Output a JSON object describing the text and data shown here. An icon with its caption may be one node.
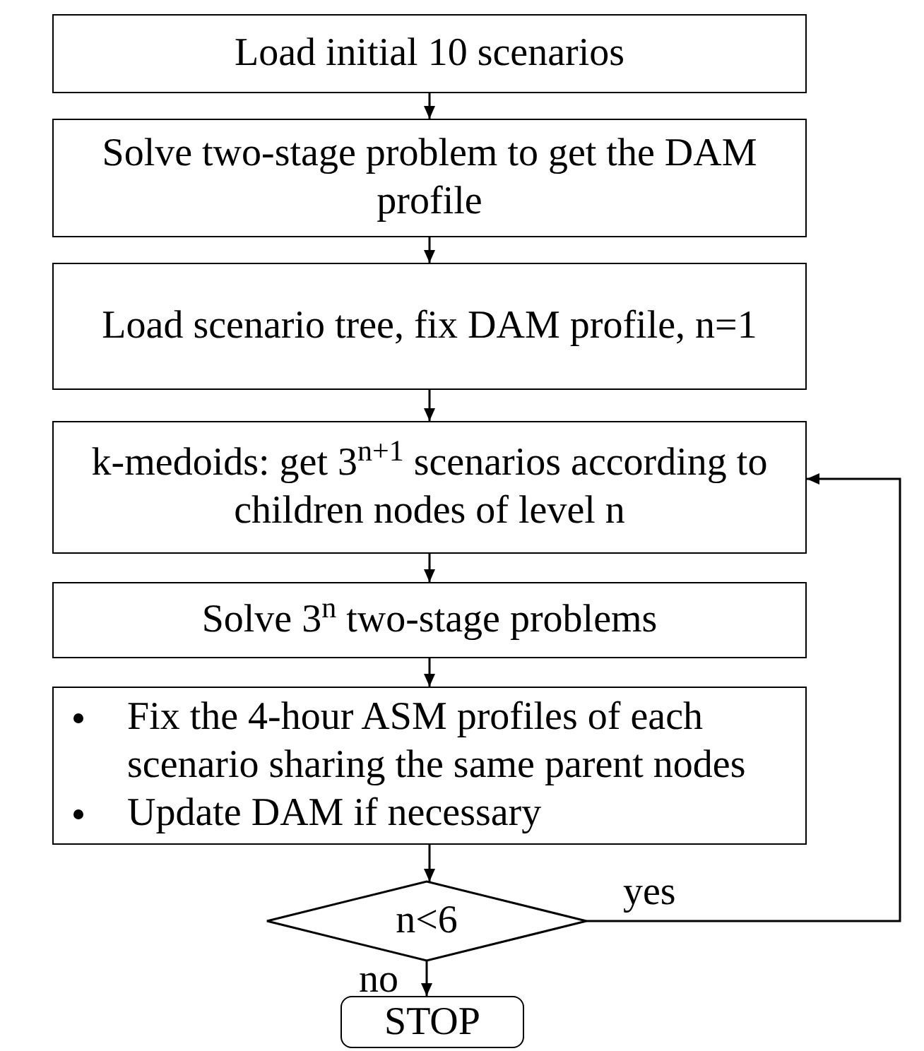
{
  "diagram": {
    "nodes": [
      {
        "text": [
          "Load initial 10 scenarios"
        ]
      },
      {
        "text": [
          "Solve two-stage problem to get the DAM profile"
        ]
      },
      {
        "text": [
          "Load scenario tree, fix DAM profile, n=1"
        ]
      },
      {
        "text": [
          "k-medoids: get 3$^{n+1}$ scenarios according to children nodes of level n"
        ]
      },
      {
        "text": [
          "Solve 3$^{n}$ two-stage problems"
        ]
      },
      {
        "text": [
          "Fix the 4-hour ASM profiles of each scenario sharing the same parent nodes",
          "Update DAM if necessary"
        ]
      },
      {
        "text": [
          "n<6"
        ]
      },
      {
        "text": [
          "STOP"
        ]
      }
    ],
    "edges": [
      {
        "from": 0,
        "to": 1,
        "arrow": "to"
      },
      {
        "from": 1,
        "to": 2,
        "arrow": "to"
      },
      {
        "from": 2,
        "to": 3,
        "arrow": "to"
      },
      {
        "from": 3,
        "to": 4,
        "arrow": "to"
      },
      {
        "from": 4,
        "to": 5,
        "arrow": "to"
      },
      {
        "from": 5,
        "to": 6,
        "arrow": "to"
      },
      {
        "from": 6,
        "to": 3,
        "arrow": "to",
        "label": "yes"
      },
      {
        "from": 6,
        "to": 7,
        "arrow": "to",
        "label": "no"
      }
    ]
  }
}
